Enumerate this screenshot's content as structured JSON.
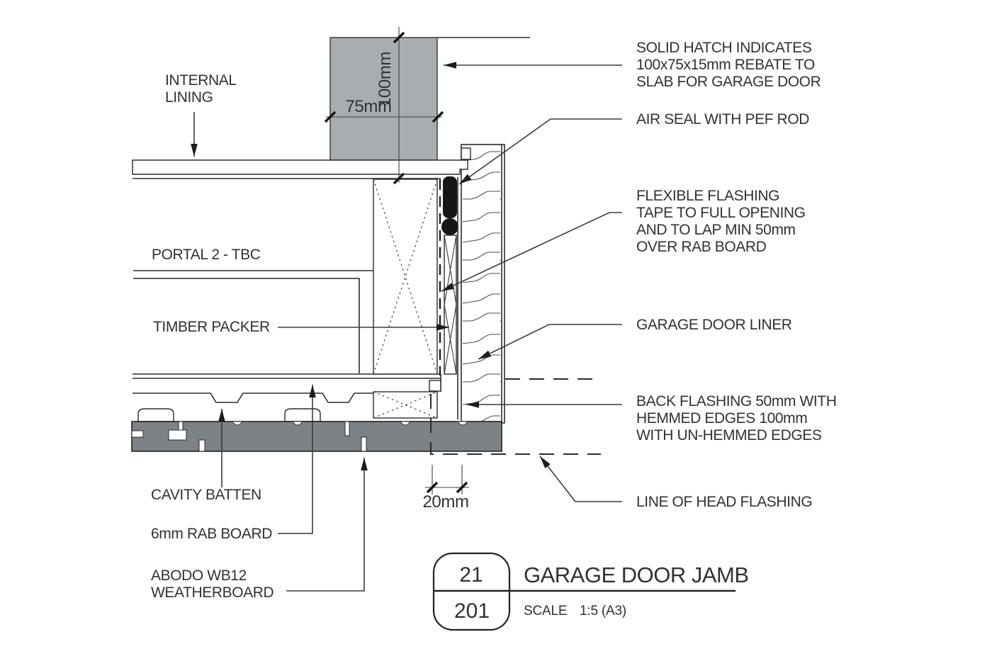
{
  "labels": {
    "internal_lining": [
      "INTERNAL",
      "LINING"
    ],
    "portal": [
      "PORTAL 2 - TBC"
    ],
    "timber_packer": [
      "TIMBER PACKER"
    ],
    "cavity_batten": [
      "CAVITY BATTEN"
    ],
    "rab_board": [
      "6mm RAB BOARD"
    ],
    "weatherboard": [
      "ABODO WB12",
      "WEATHERBOARD"
    ],
    "solid_hatch": [
      "SOLID HATCH INDICATES",
      "100x75x15mm REBATE TO",
      "SLAB FOR GARAGE DOOR"
    ],
    "air_seal": [
      "AIR SEAL WITH PEF ROD"
    ],
    "flexible_flashing": [
      "FLEXIBLE FLASHING",
      "TAPE TO FULL OPENING",
      "AND TO LAP MIN 50mm",
      "OVER RAB BOARD"
    ],
    "garage_door_liner": [
      "GARAGE DOOR LINER"
    ],
    "back_flashing": [
      "BACK FLASHING 50mm WITH",
      "HEMMED EDGES 100mm",
      "WITH UN-HEMMED EDGES"
    ],
    "head_flashing": [
      "LINE OF HEAD FLASHING"
    ]
  },
  "dimensions": {
    "rebate_height": "100mm",
    "rebate_width": "75mm",
    "cavity_gap": "20mm"
  },
  "title_block": {
    "detail_number": "21",
    "sheet_number": "201",
    "title": "GARAGE DOOR JAMB",
    "scale_label": "SCALE",
    "scale_value": "1:5 (A3)"
  },
  "colors": {
    "rebate_fill": "#a9adb0",
    "weatherboard_fill": "#7d8286",
    "paper": "#ffffff"
  }
}
